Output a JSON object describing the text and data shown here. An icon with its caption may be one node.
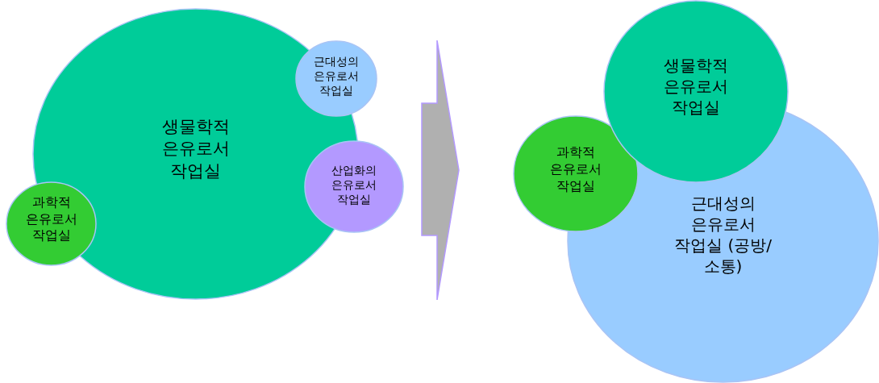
{
  "diagram": {
    "nodes": [
      {
        "text": [
          "생물학적 은유로서 작업실"
        ]
      },
      {
        "text": [
          "근대성의 은유로서 작업실"
        ]
      },
      {
        "text": [
          "산업화의 은유로서 작업실"
        ]
      },
      {
        "text": [
          "과학적 은유로서 작업실"
        ]
      },
      {
        "text": [
          "생물학적 은유로서 작업실"
        ]
      },
      {
        "text": [
          "과학적 은유로서 작업실"
        ]
      },
      {
        "text": [
          "근대성의 은유로서 작업실 (공방/소통)"
        ]
      }
    ]
  }
}
